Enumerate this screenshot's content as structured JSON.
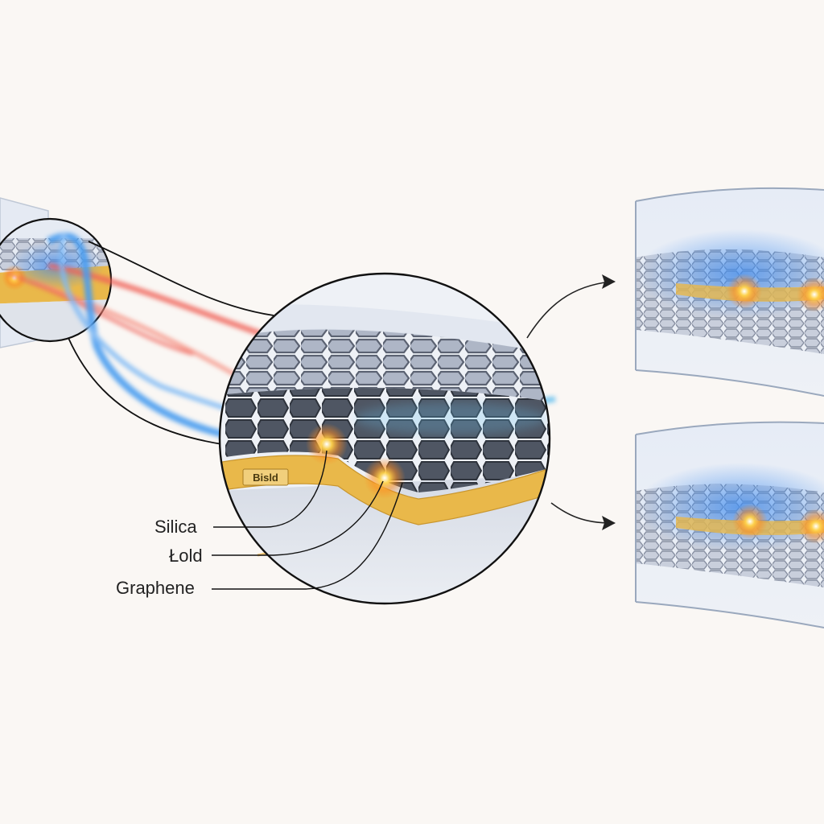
{
  "labels": {
    "silica": "Silica",
    "gold": "Łold",
    "graphene": "Graphene",
    "layer_tag": "Bisld"
  },
  "colors": {
    "background": "#faf7f4",
    "gold_layer": "#e9b84a",
    "graphene_cell": "#5d6470",
    "silica_body": "#d9dde6",
    "fiber_blue": "#4a9df0",
    "fiber_red": "#f0645a",
    "hotspot": "#ffb21e",
    "outline": "#111111"
  }
}
